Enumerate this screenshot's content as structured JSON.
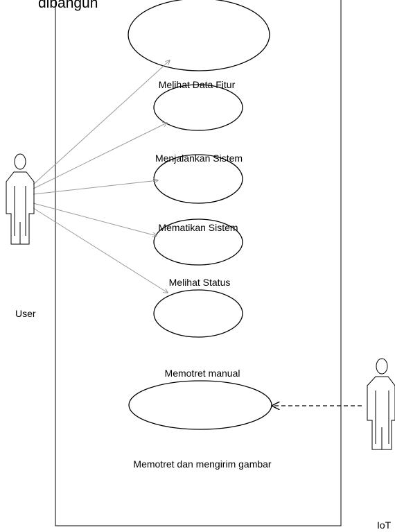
{
  "system": {
    "title": "dibangun"
  },
  "actors": {
    "user": {
      "label": "User"
    },
    "iot": {
      "label": "IoT"
    }
  },
  "use_cases": [
    {
      "label": ""
    },
    {
      "label": "Melihat Data Fitur"
    },
    {
      "label": "Menjalankan Sistem"
    },
    {
      "label": "Mematikan Sistem"
    },
    {
      "label": "Melihat Status"
    },
    {
      "label": "Memotret manual"
    },
    {
      "label": "Memotret dan mengirim gambar"
    }
  ],
  "colors": {
    "line": "#000000",
    "association": "#9a9a9a",
    "background": "#ffffff"
  }
}
